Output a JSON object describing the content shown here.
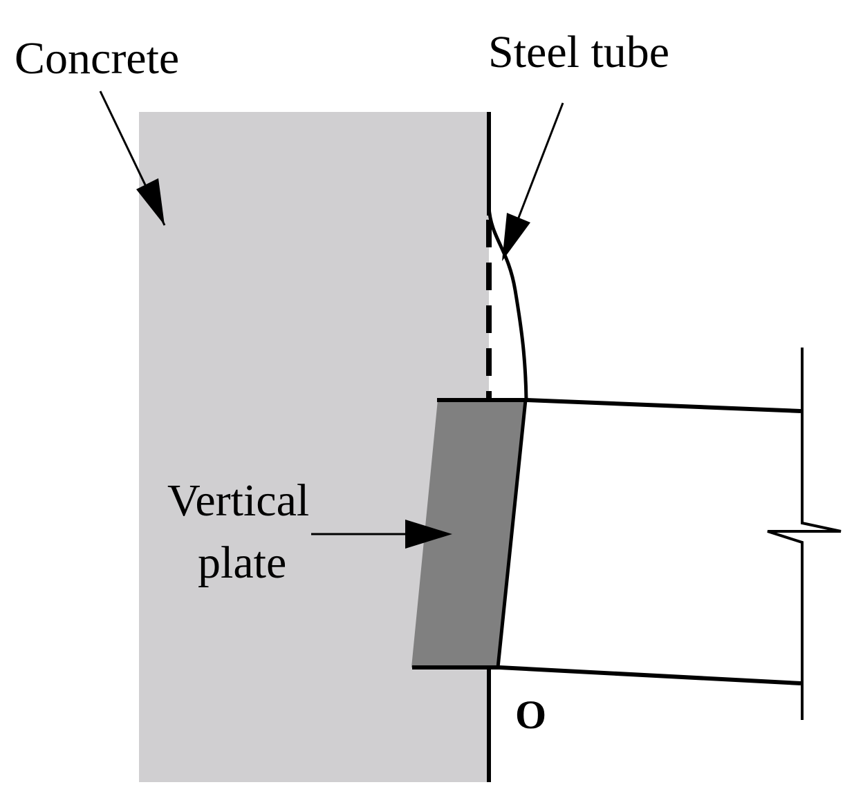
{
  "labels": {
    "concrete": "Concrete",
    "steel_tube": "Steel tube",
    "vertical_plate_line1": "Vertical",
    "vertical_plate_line2": "plate",
    "origin": "O"
  },
  "colors": {
    "concrete_fill": "#d0cfd1",
    "plate_fill": "#808080",
    "line": "#000000",
    "background": "#ffffff"
  }
}
